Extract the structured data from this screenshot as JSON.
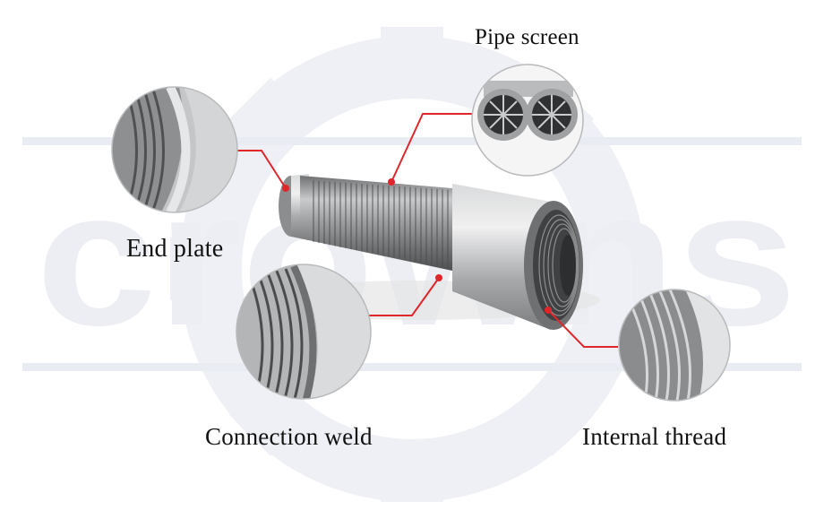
{
  "callouts": {
    "pipe_screen": "Pipe screen",
    "end_plate": "End plate",
    "connection_weld": "Connection weld",
    "internal_thread": "Internal thread"
  },
  "watermark": {
    "text": "crowns"
  },
  "colors": {
    "leader_line": "#e0262a",
    "steel_dark": "#5f6163",
    "steel_mid": "#a6a8aa",
    "steel_light": "#e6e7e8",
    "watermark": "#eceef4"
  }
}
